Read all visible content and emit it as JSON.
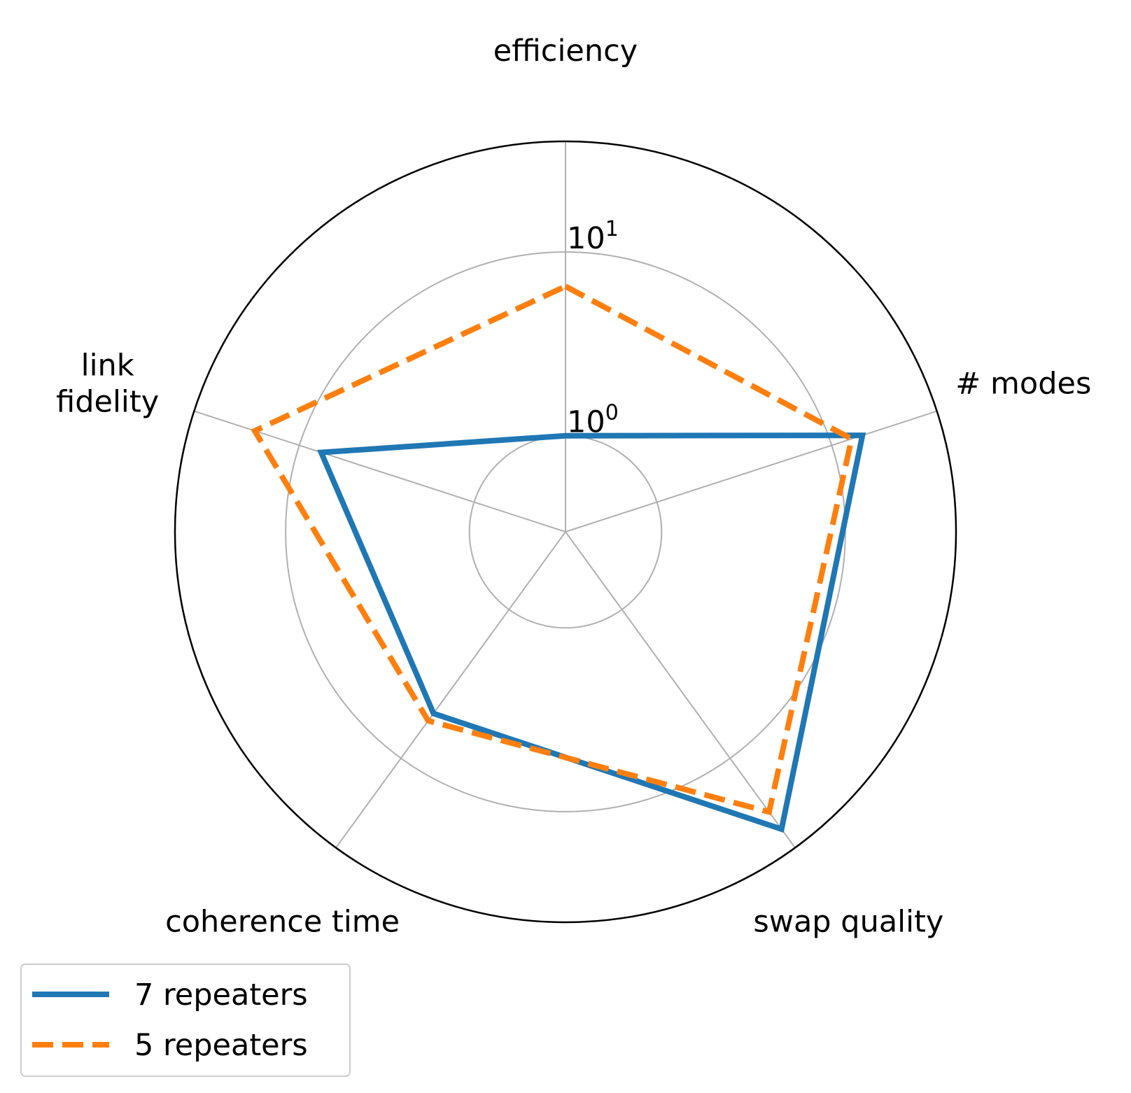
{
  "chart_data": {
    "type": "radar",
    "title": "",
    "radial_scale": "log",
    "axes": [
      "efficiency",
      "# modes",
      "swap quality",
      "coherence time",
      "link\nfidelity"
    ],
    "radial_ticks": [
      {
        "value": 1,
        "base": "10",
        "exp": "0"
      },
      {
        "value": 10,
        "base": "10",
        "exp": "1"
      }
    ],
    "rlim": [
      0.3,
      40
    ],
    "grid": true,
    "legend_position": "lower-left",
    "series": [
      {
        "name": "7 repeaters",
        "color": "#1f77b4",
        "dash": "solid",
        "values": [
          1.0,
          15.0,
          30.0,
          5.0,
          7.5
        ]
      },
      {
        "name": "5 repeaters",
        "color": "#ff7f0e",
        "dash": "dashed",
        "values": [
          6.5,
          13.0,
          23.0,
          5.6,
          18.0
        ]
      }
    ]
  }
}
